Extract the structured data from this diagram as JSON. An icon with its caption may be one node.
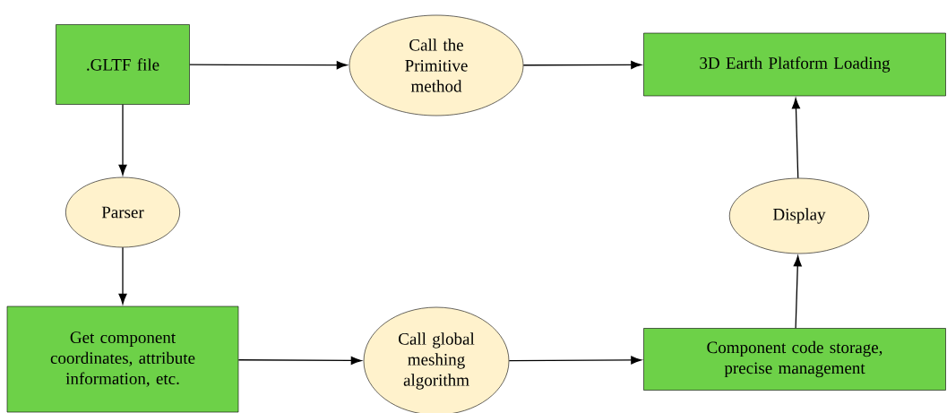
{
  "diagram": {
    "nodes": [
      {
        "text": [
          ".GLTF file"
        ]
      },
      {
        "text": [
          "Call the Primitive method"
        ]
      },
      {
        "text": [
          "3D Earth Platform Loading"
        ]
      },
      {
        "text": [
          "Parser"
        ]
      },
      {
        "text": [
          "Display"
        ]
      },
      {
        "text": [
          "Get component coordinates, attribute information, etc."
        ]
      },
      {
        "text": [
          "Call global meshing algorithm"
        ]
      },
      {
        "text": [
          "Component code storage, precise management"
        ]
      }
    ],
    "edges": [
      {
        "from": 0,
        "to": 1,
        "arrow": "to"
      },
      {
        "from": 1,
        "to": 2,
        "arrow": "to"
      },
      {
        "from": 0,
        "to": 3,
        "arrow": "to"
      },
      {
        "from": 3,
        "to": 5,
        "arrow": "to"
      },
      {
        "from": 5,
        "to": 6,
        "arrow": "to"
      },
      {
        "from": 6,
        "to": 7,
        "arrow": "to"
      },
      {
        "from": 7,
        "to": 4,
        "arrow": "to"
      },
      {
        "from": 4,
        "to": 2,
        "arrow": "to"
      }
    ]
  }
}
